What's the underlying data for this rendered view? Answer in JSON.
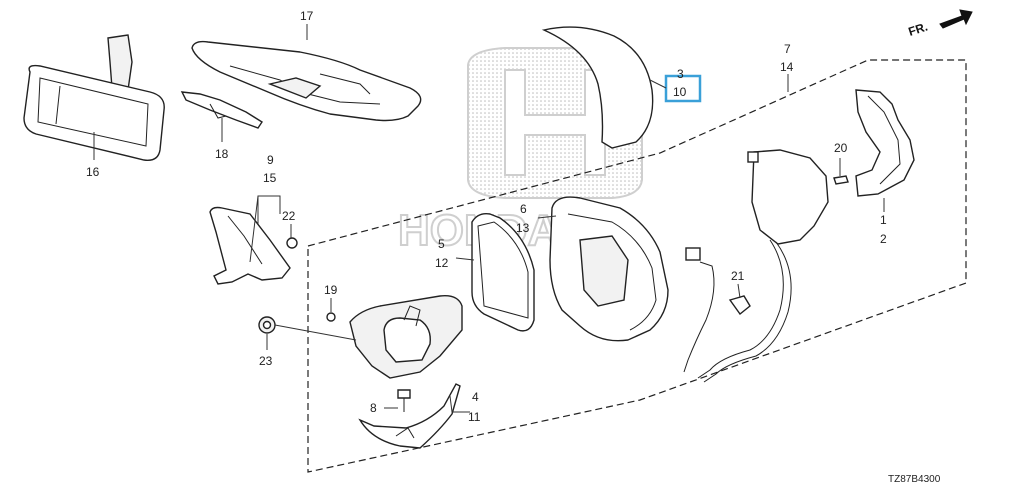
{
  "watermark": "HONDA",
  "direction_label": "FR.",
  "diagram_code": "TZ87B4300",
  "highlight_color": "#3aa0d8",
  "callouts": {
    "c1": "1",
    "c2": "2",
    "c3": "3",
    "c4": "4",
    "c5": "5",
    "c6": "6",
    "c7": "7",
    "c8": "8",
    "c9": "9",
    "c10": "10",
    "c11": "11",
    "c12": "12",
    "c13": "13",
    "c14": "14",
    "c15": "15",
    "c16": "16",
    "c17": "17",
    "c18": "18",
    "c19": "19",
    "c20": "20",
    "c21": "21",
    "c22": "22",
    "c23": "23"
  }
}
